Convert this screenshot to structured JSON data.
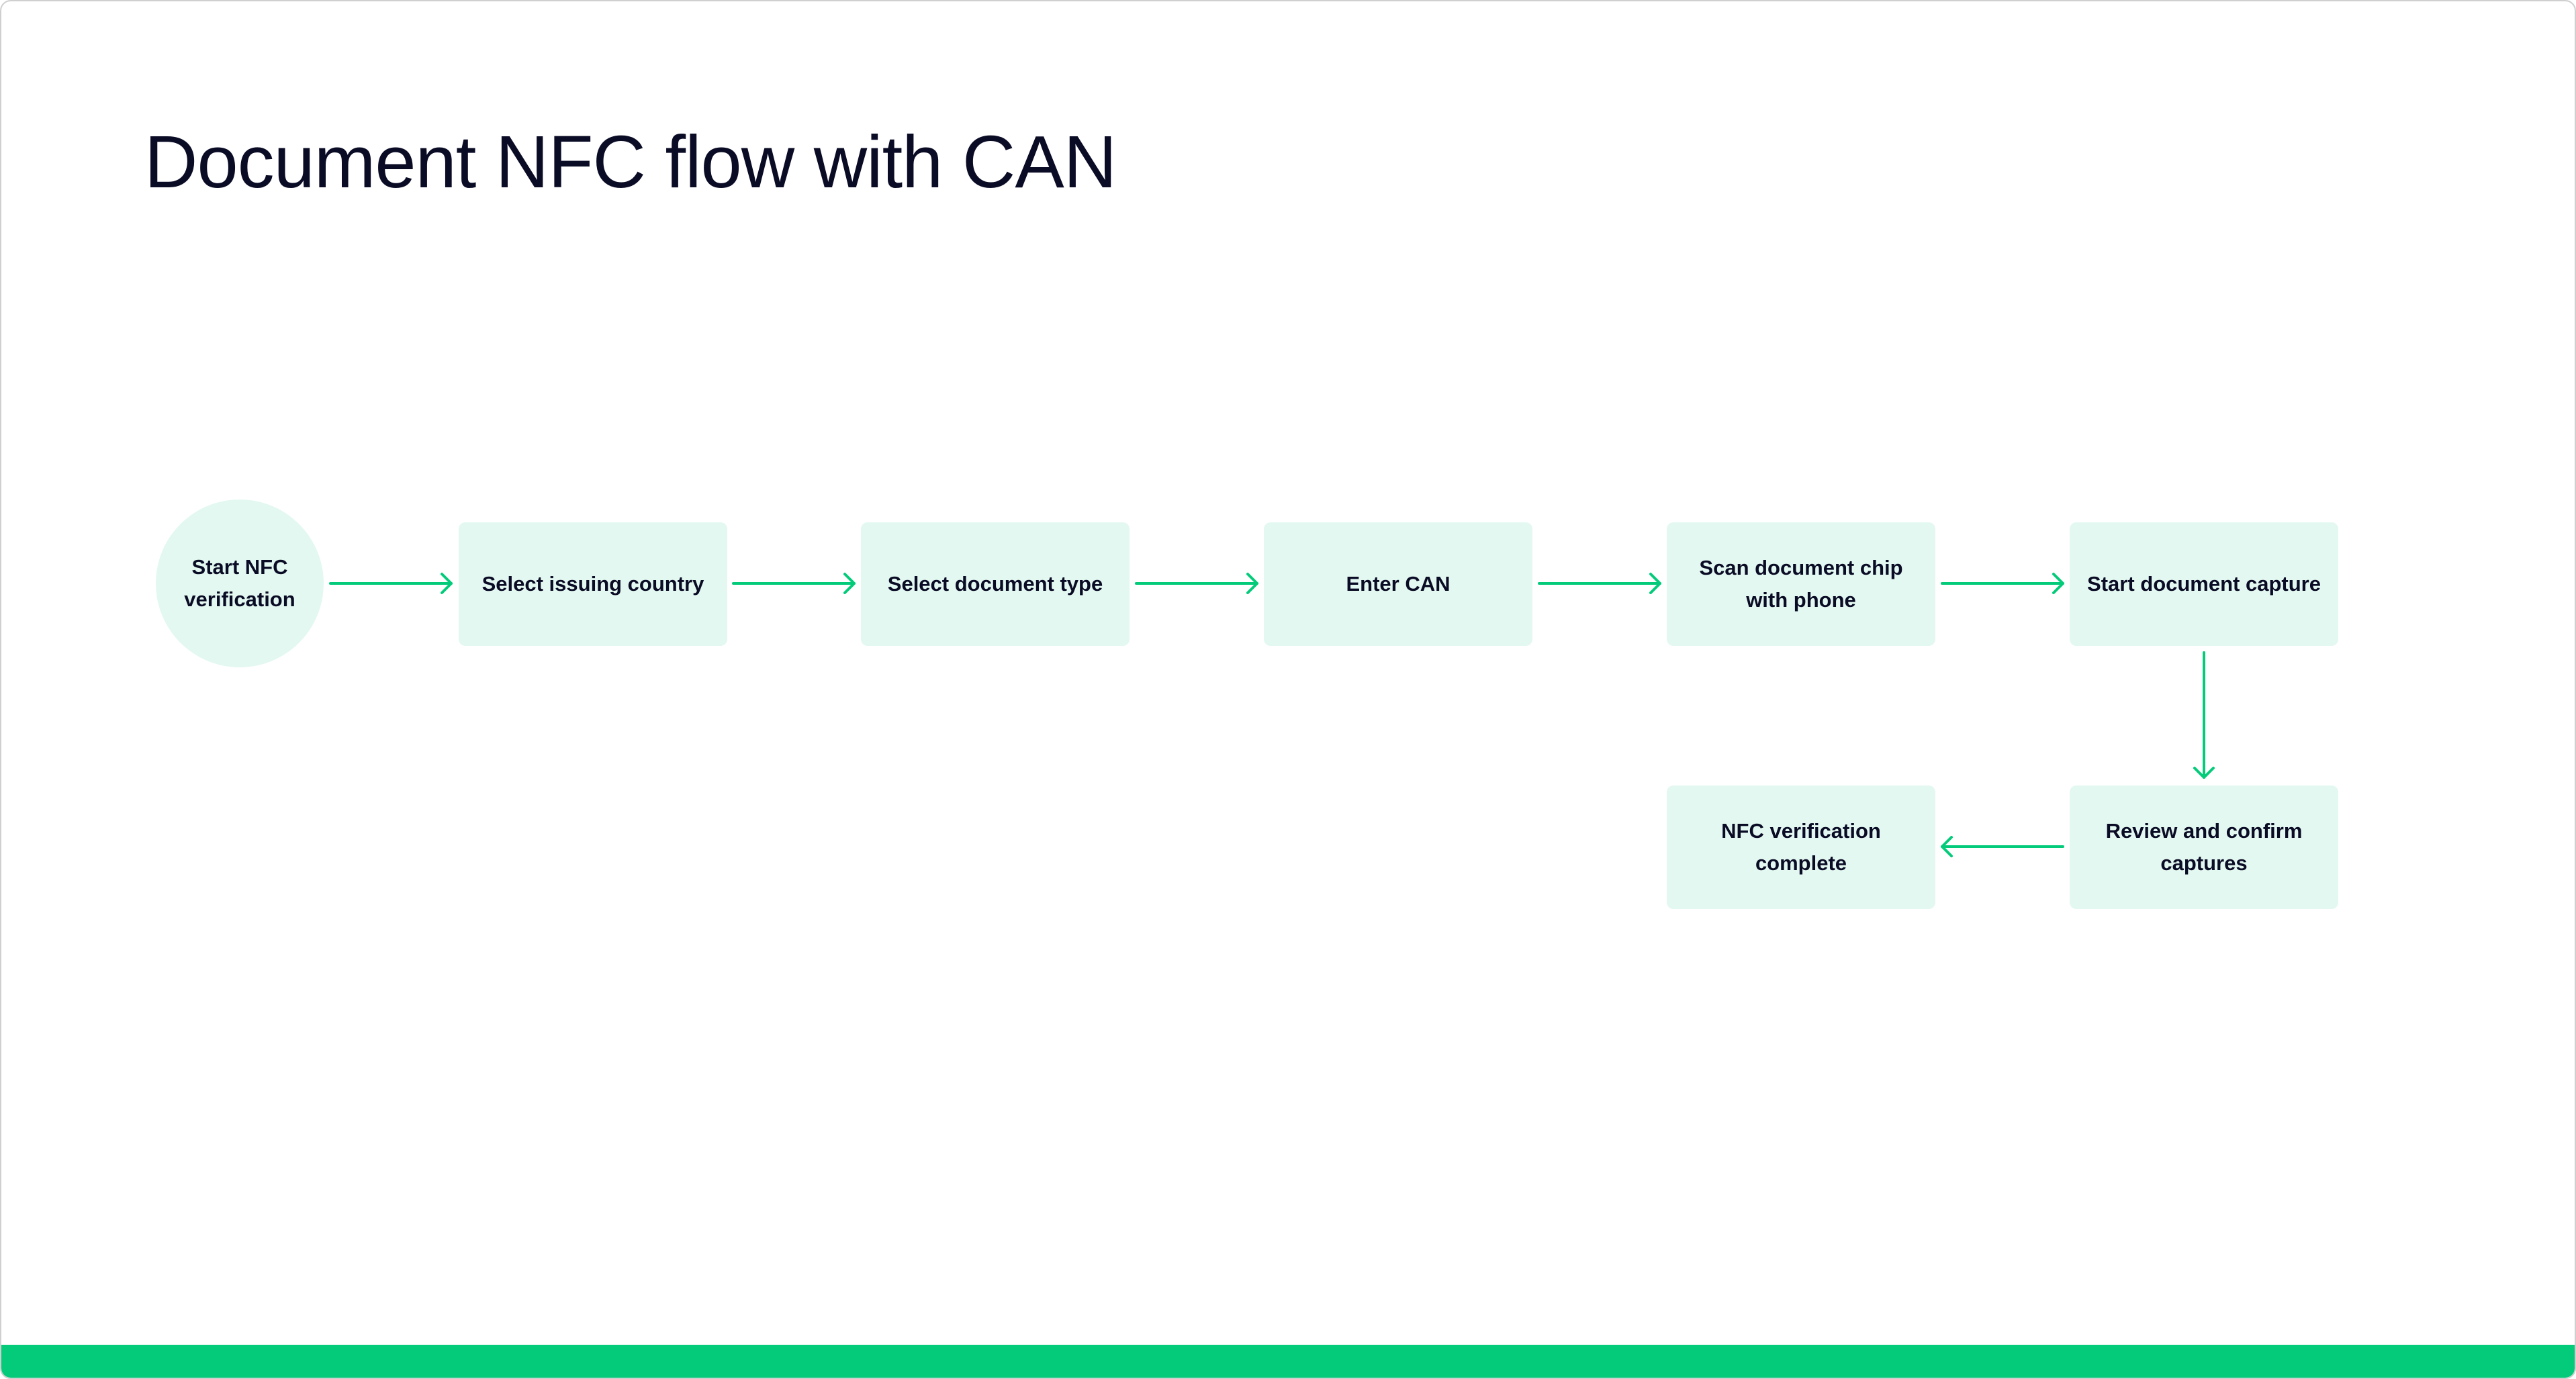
{
  "title": "Document NFC flow with CAN",
  "colors": {
    "accent": "#03cb7a",
    "node_fill": "#e3f8f0",
    "text": "#0a0b25",
    "frame_border": "#cfcfcf"
  },
  "flow": {
    "nodes": [
      {
        "id": "start",
        "shape": "circle",
        "label": "Start NFC\nverification"
      },
      {
        "id": "select-country",
        "shape": "rect",
        "label": "Select issuing country"
      },
      {
        "id": "select-doc-type",
        "shape": "rect",
        "label": "Select document type"
      },
      {
        "id": "enter-can",
        "shape": "rect",
        "label": "Enter CAN"
      },
      {
        "id": "scan-chip",
        "shape": "rect",
        "label": "Scan document chip\nwith phone"
      },
      {
        "id": "start-capture",
        "shape": "rect",
        "label": "Start document capture"
      },
      {
        "id": "review-captures",
        "shape": "rect",
        "label": "Review and confirm\ncaptures"
      },
      {
        "id": "complete",
        "shape": "rect",
        "label": "NFC verification\ncomplete"
      }
    ],
    "edges": [
      {
        "from": "start",
        "to": "select-country",
        "direction": "right"
      },
      {
        "from": "select-country",
        "to": "select-doc-type",
        "direction": "right"
      },
      {
        "from": "select-doc-type",
        "to": "enter-can",
        "direction": "right"
      },
      {
        "from": "enter-can",
        "to": "scan-chip",
        "direction": "right"
      },
      {
        "from": "scan-chip",
        "to": "start-capture",
        "direction": "right"
      },
      {
        "from": "start-capture",
        "to": "review-captures",
        "direction": "down"
      },
      {
        "from": "review-captures",
        "to": "complete",
        "direction": "left"
      }
    ]
  }
}
